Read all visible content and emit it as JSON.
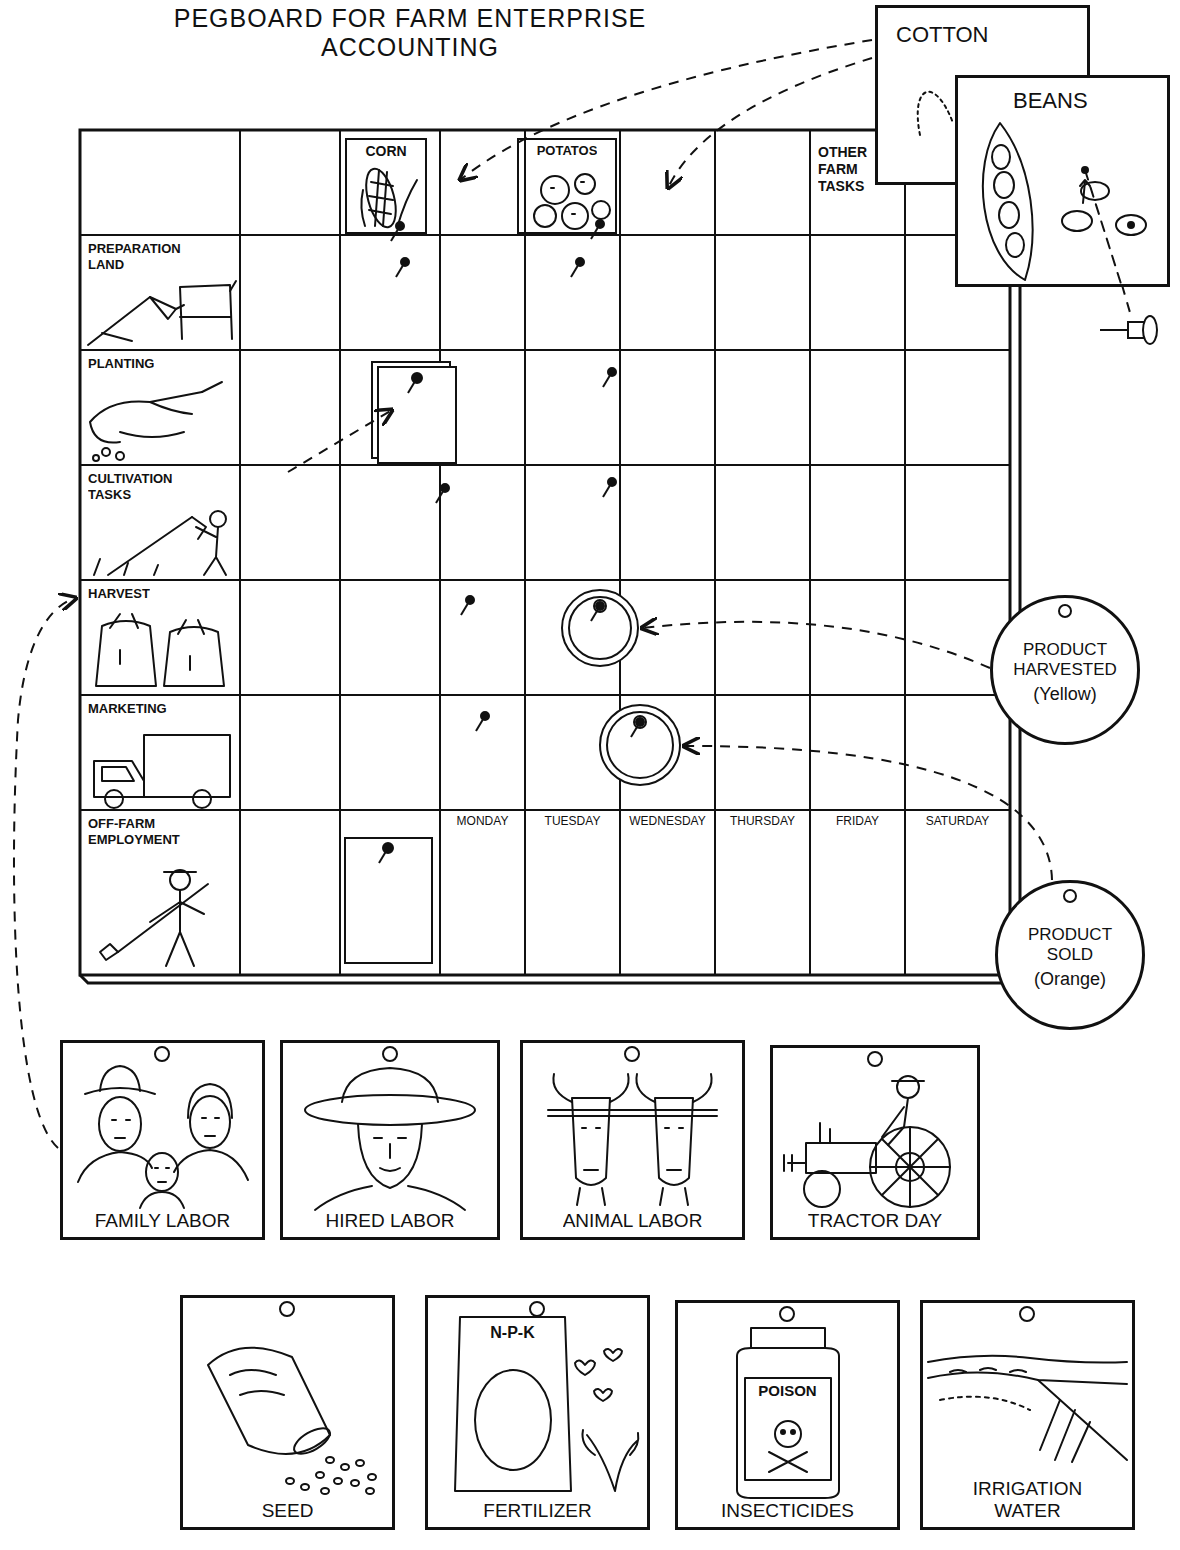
{
  "diagram": {
    "title": "PEGBOARD FOR FARM ENTERPRISE ACCOUNTING",
    "nodes": [
      {
        "text": [
          "COTTON"
        ]
      },
      {
        "text": [
          "BEANS"
        ]
      },
      {
        "text": [
          "CORN"
        ]
      },
      {
        "text": [
          "POTATOS"
        ]
      },
      {
        "text": [
          "OTHER FARM TASKS"
        ]
      },
      {
        "text": [
          "PREPARATION LAND"
        ]
      },
      {
        "text": [
          "PLANTING"
        ]
      },
      {
        "text": [
          "CULTIVATION TASKS"
        ]
      },
      {
        "text": [
          "HARVEST"
        ]
      },
      {
        "text": [
          "MARKETING"
        ]
      },
      {
        "text": [
          "OFF-FARM EMPLOYMENT"
        ]
      },
      {
        "text": [
          "PRODUCT HARVESTED",
          "(Yellow)"
        ]
      },
      {
        "text": [
          "PRODUCT SOLD",
          "(Orange)"
        ]
      },
      {
        "text": [
          "FAMILY LABOR"
        ]
      },
      {
        "text": [
          "HIRED LABOR"
        ]
      },
      {
        "text": [
          "ANIMAL LABOR"
        ]
      },
      {
        "text": [
          "TRACTOR DAY"
        ]
      },
      {
        "text": [
          "SEED"
        ]
      },
      {
        "text": [
          "FERTILIZER"
        ]
      },
      {
        "text": [
          "INSECTICIDES"
        ]
      },
      {
        "text": [
          "IRRIGATION WATER"
        ]
      }
    ],
    "labels": [
      "MONDAY",
      "TUESDAY",
      "WEDNESDAY",
      "THURSDAY",
      "FRIDAY",
      "SATURDAY",
      "N-P-K",
      "POISON"
    ]
  }
}
